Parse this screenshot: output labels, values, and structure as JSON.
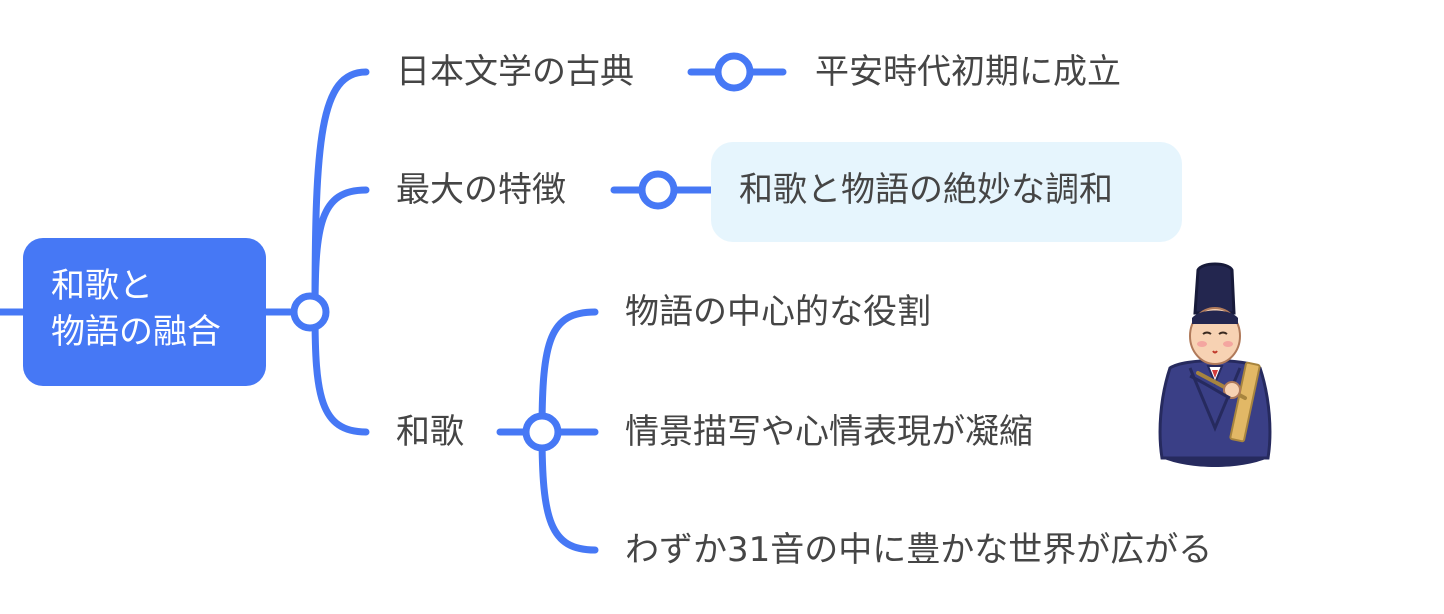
{
  "root": {
    "line1": "和歌と",
    "line2": "物語の融合"
  },
  "branches": [
    {
      "label": "日本文学の古典",
      "children": [
        "平安時代初期に成立"
      ]
    },
    {
      "label": "最大の特徴",
      "children": [
        "和歌と物語の絶妙な調和"
      ]
    },
    {
      "label": "和歌",
      "children": [
        "物語の中心的な役割",
        "情景描写や心情表現が凝縮",
        "わずか31音の中に豊かな世界が広がる"
      ]
    }
  ],
  "colors": {
    "accent": "#4678f5",
    "highlight_bg": "#e6f5fd",
    "text": "#454545"
  },
  "illustration": "heian-noble-with-tanzaku-illustration"
}
